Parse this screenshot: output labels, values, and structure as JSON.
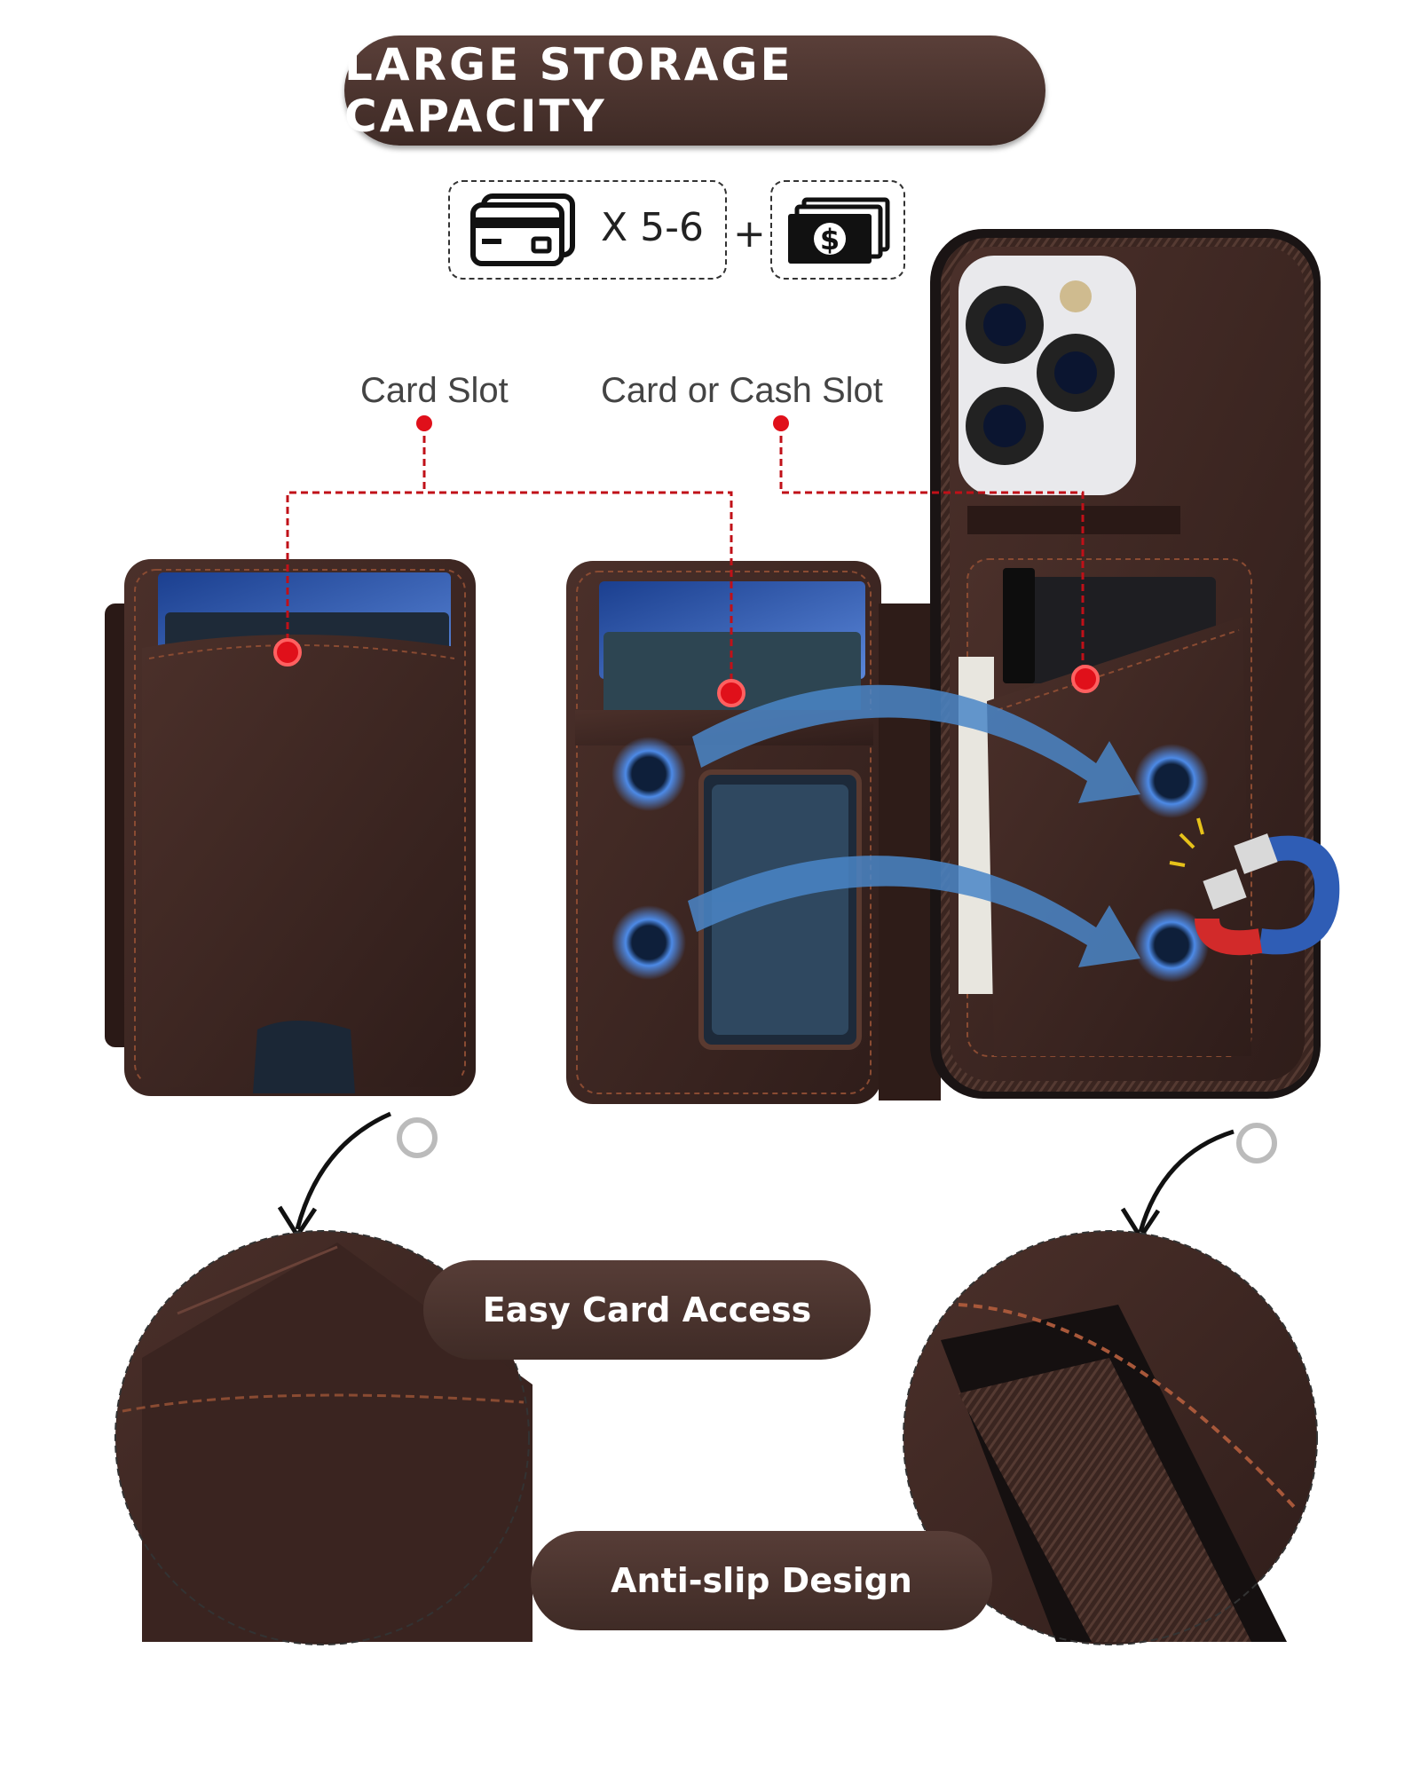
{
  "header": {
    "title": "LARGE STORAGE CAPACITY"
  },
  "capacity": {
    "card_icon": "credit-card-icon",
    "multiplier": "X 5-6",
    "plus": "+",
    "cash_icon": "dollar-bill-stack-icon"
  },
  "callouts": {
    "card_slot": "Card Slot",
    "card_or_cash_slot": "Card or Cash Slot"
  },
  "features": {
    "easy_card_access": "Easy Card Access",
    "anti_slip_design": "Anti-slip Design"
  },
  "colors": {
    "leather": "#3f2723",
    "stitch": "#a8583a",
    "marker_red": "#e0101a",
    "magnet_glow": "#3d7bd6",
    "arrow_blue": "#4a86c8"
  }
}
